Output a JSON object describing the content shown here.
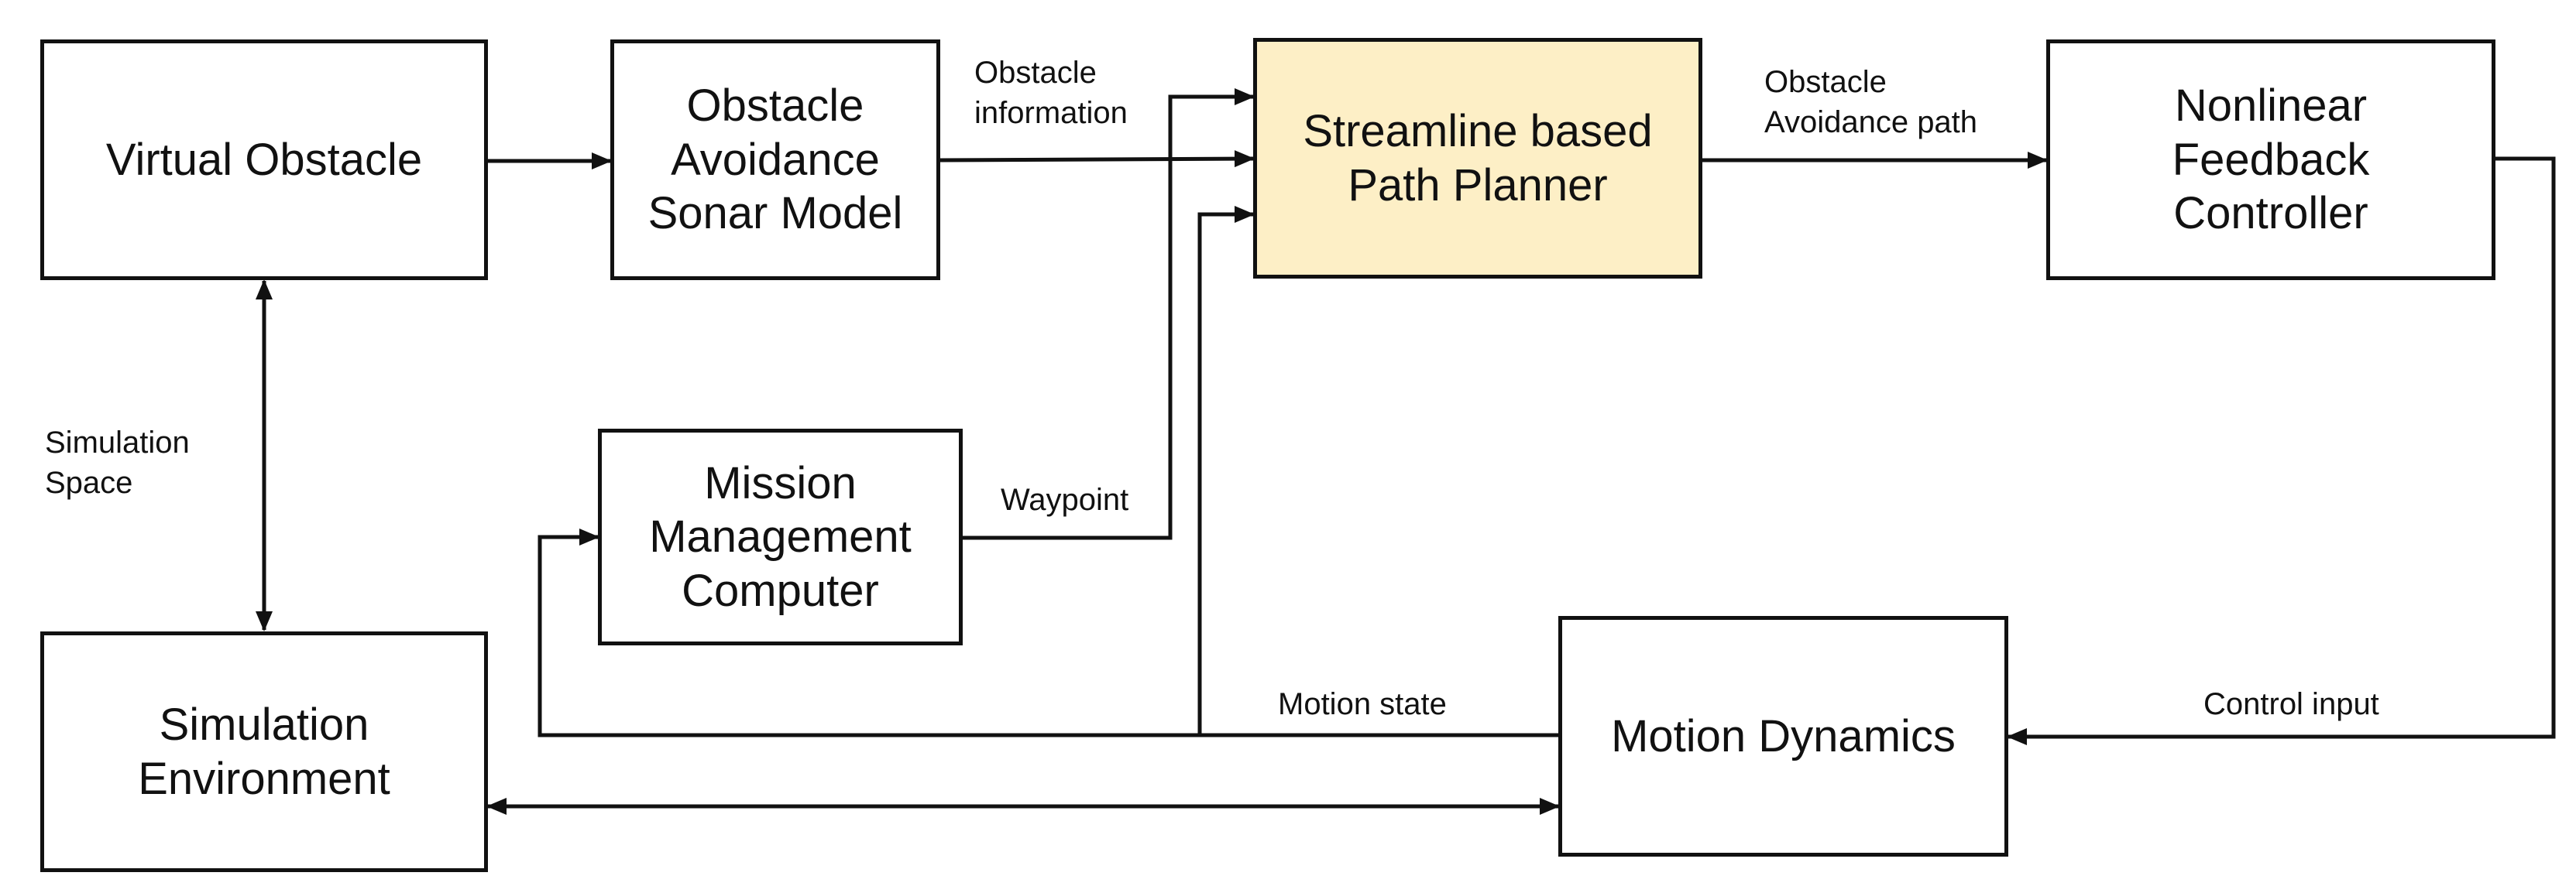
{
  "blocks": {
    "virtual_obstacle": "Virtual Obstacle",
    "sonar_model": "Obstacle\nAvoidance\nSonar Model",
    "path_planner": "Streamline based\nPath Planner",
    "feedback_controller": "Nonlinear\nFeedback\nController",
    "mission_computer": "Mission\nManagement\nComputer",
    "simulation_environment": "Simulation\nEnvironment",
    "motion_dynamics": "Motion Dynamics"
  },
  "labels": {
    "obstacle_information": "Obstacle\ninformation",
    "obstacle_avoidance_path": "Obstacle\nAvoidance path",
    "simulation_space": "Simulation\nSpace",
    "waypoint": "Waypoint",
    "motion_state": "Motion state",
    "control_input": "Control input"
  },
  "colors": {
    "line": "#111111",
    "highlight_fill": "#fdefc6"
  }
}
